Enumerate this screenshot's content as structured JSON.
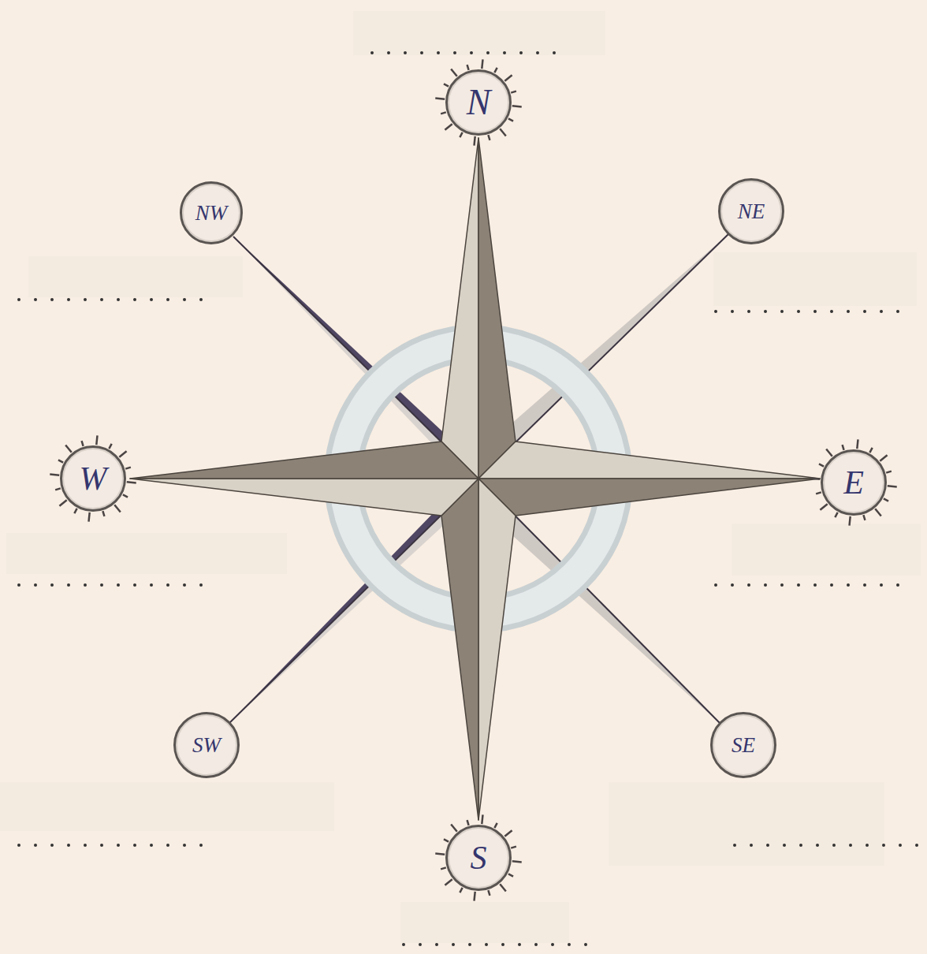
{
  "diagram": {
    "nodes": [
      {
        "text": [
          "N"
        ]
      },
      {
        "text": [
          "NW"
        ]
      },
      {
        "text": [
          "NE"
        ]
      },
      {
        "text": [
          "W"
        ]
      },
      {
        "text": [
          "E"
        ]
      },
      {
        "text": [
          "SW"
        ]
      },
      {
        "text": [
          "SE"
        ]
      },
      {
        "text": [
          "S"
        ]
      }
    ]
  }
}
